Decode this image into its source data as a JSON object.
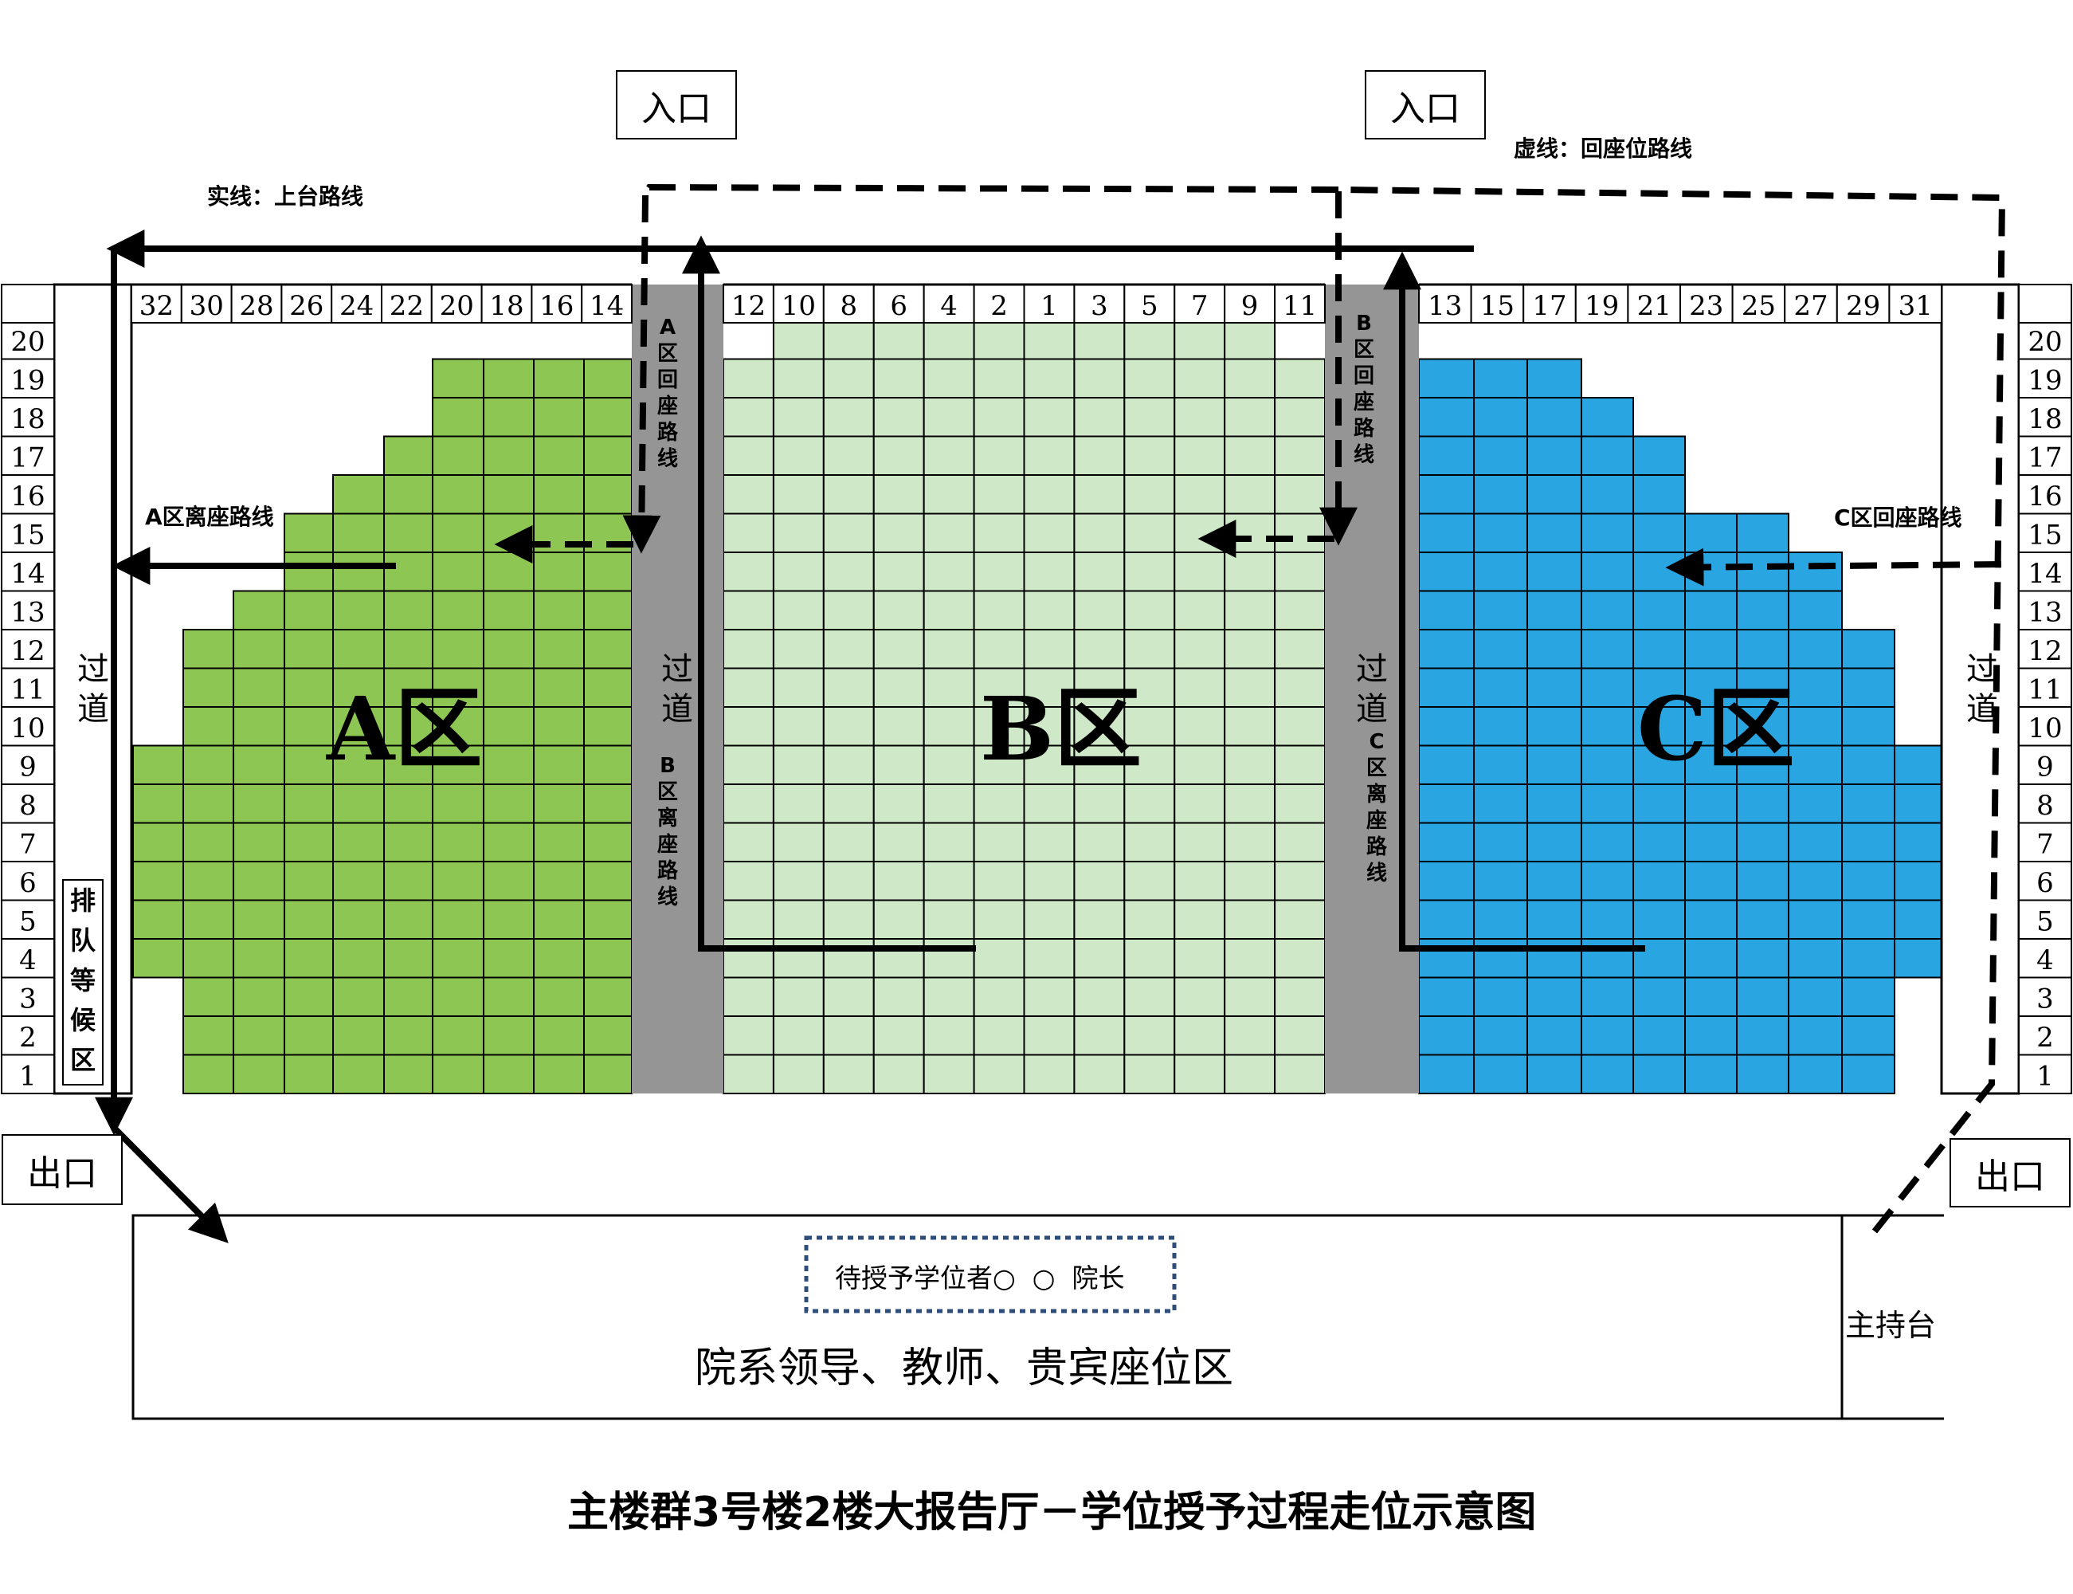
{
  "entrances": {
    "left": "入口",
    "right": "入口"
  },
  "exits": {
    "left": "出口",
    "right": "出口"
  },
  "legend": {
    "solid": "实线：上台路线",
    "dashed": "虚线：回座位路线"
  },
  "route_labels": {
    "a_return": "A区回座路线",
    "b_return": "B区回座路线",
    "a_leave": "A区离座路线",
    "b_leave": "B区离座路线",
    "c_leave": "C区离座路线",
    "c_return": "C区回座路线"
  },
  "zones": {
    "a": "A区",
    "b": "B区",
    "c": "C区"
  },
  "aisle": "过道",
  "queue_area": "排队等候区",
  "host_stage": "主持台",
  "front_area": {
    "label": "院系领导、教师、贵宾座位区",
    "waiting": "待授予学位者○  ○  院长"
  },
  "title": "主楼群3号楼2楼大报告厅－学位授予过程走位示意图",
  "seat_numbers": {
    "a": [
      "32",
      "30",
      "28",
      "26",
      "24",
      "22",
      "20",
      "18",
      "16",
      "14"
    ],
    "b": [
      "12",
      "10",
      "8",
      "6",
      "4",
      "2",
      "1",
      "3",
      "5",
      "7",
      "9",
      "11"
    ],
    "c": [
      "13",
      "15",
      "17",
      "19",
      "21",
      "23",
      "25",
      "27",
      "29",
      "31"
    ]
  },
  "row_numbers": [
    "20",
    "19",
    "18",
    "17",
    "16",
    "15",
    "14",
    "13",
    "12",
    "11",
    "10",
    "9",
    "8",
    "7",
    "6",
    "5",
    "4",
    "3",
    "2",
    "1"
  ],
  "colors": {
    "zone_a": "#8dc653",
    "zone_b": "#cfe8c7",
    "zone_c": "#29a5e2",
    "aisle": "#959595"
  }
}
